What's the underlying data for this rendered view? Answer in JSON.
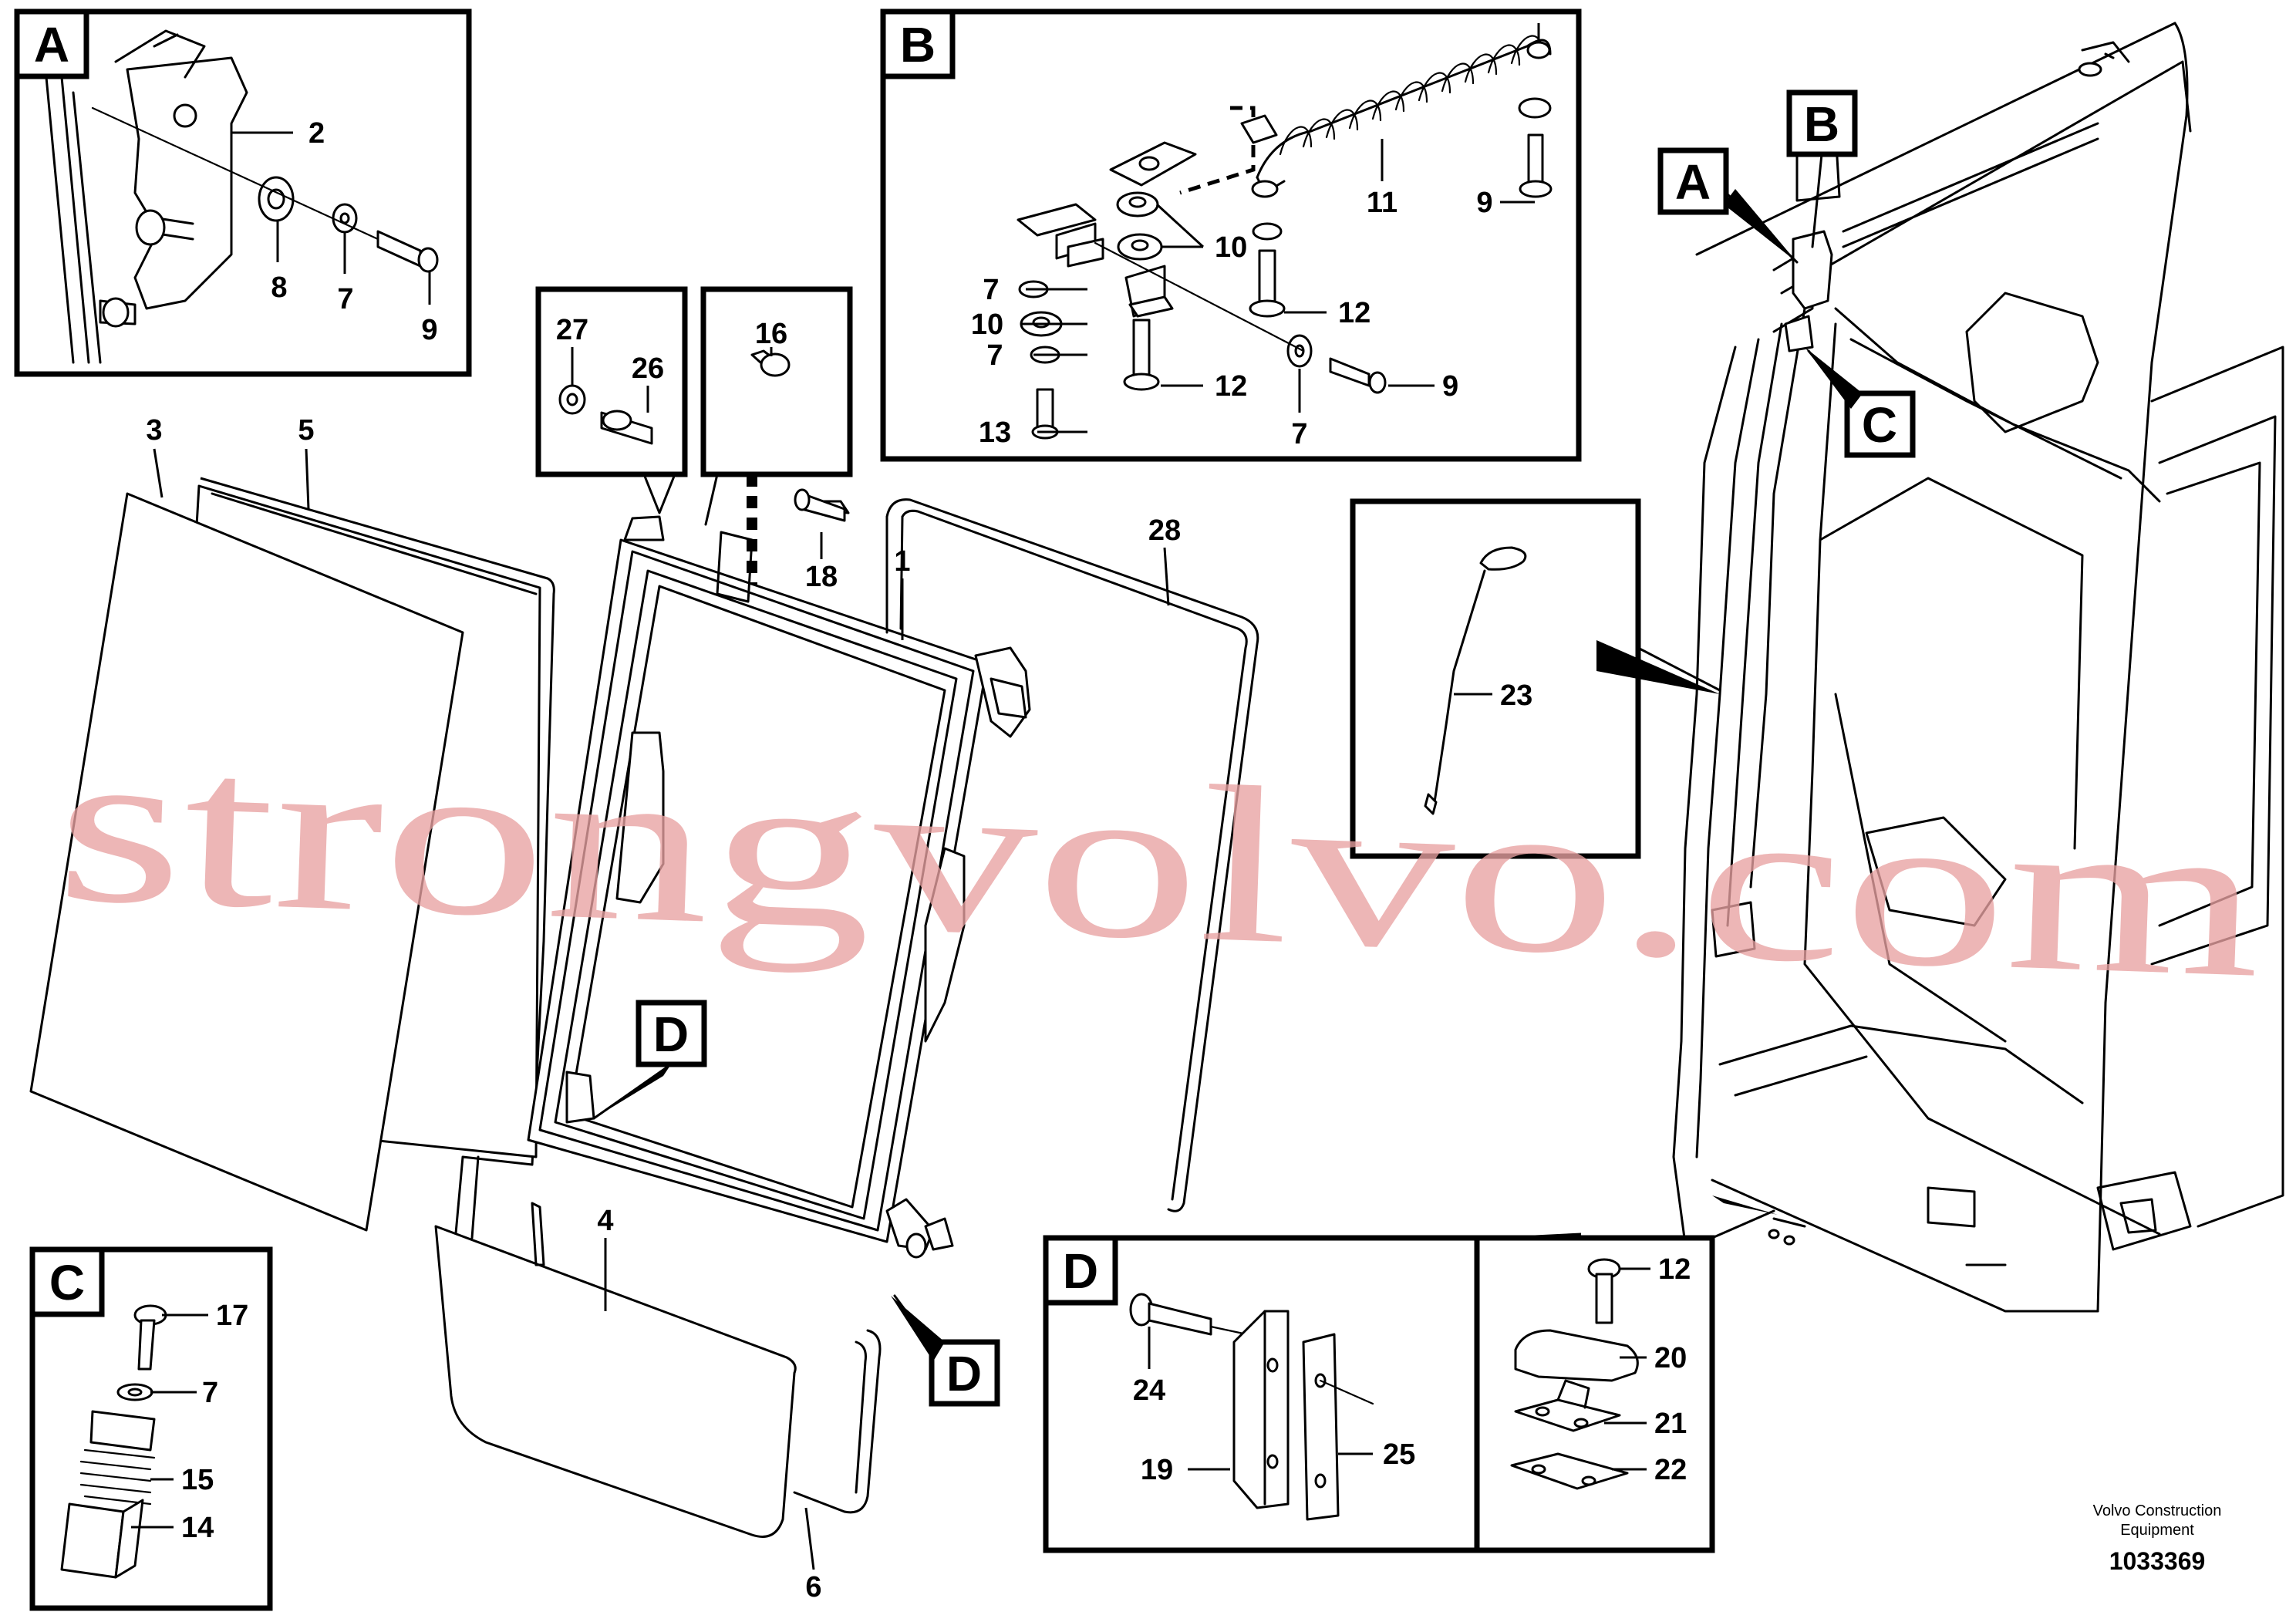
{
  "views": {
    "A": "A",
    "B": "B",
    "C": "C",
    "D": "D"
  },
  "parts": {
    "p1": "1",
    "p2": "2",
    "p3": "3",
    "p4": "4",
    "p5": "5",
    "p6": "6",
    "p7": "7",
    "p8": "8",
    "p9": "9",
    "p10": "10",
    "p11": "11",
    "p12": "12",
    "p13": "13",
    "p14": "14",
    "p15": "15",
    "p16": "16",
    "p17": "17",
    "p18": "18",
    "p19": "19",
    "p20": "20",
    "p21": "21",
    "p22": "22",
    "p23": "23",
    "p24": "24",
    "p25": "25",
    "p26": "26",
    "p27": "27",
    "p28": "28"
  },
  "footer": {
    "credit_line1": "Volvo Construction",
    "credit_line2": "Equipment",
    "doc_number": "1033369"
  },
  "watermark": "strongvolvo.com"
}
